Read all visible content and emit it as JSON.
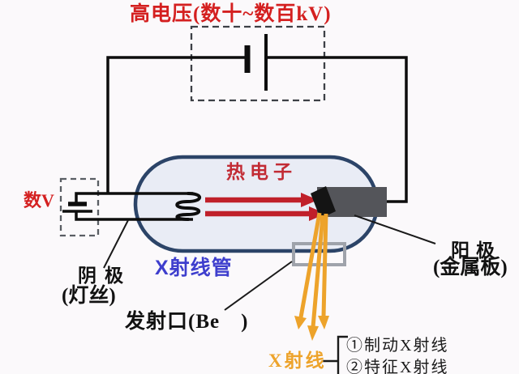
{
  "diagram": "x-ray-tube-schematic",
  "labels": {
    "high_voltage": "高电压(数十~数百kV)",
    "low_voltage": "数V",
    "hot_electrons": "热电子",
    "tube_name": "X射线管",
    "cathode": "阴极",
    "cathode_paren": "(灯丝)",
    "anode": "阳极",
    "anode_paren": "(金属板)",
    "emission_port": "发射口(Be　)",
    "xray": "X射线",
    "xray_item1": "①制动X射线",
    "xray_item2": "②特征X射线"
  },
  "icons": {
    "high_voltage_battery": "battery-cell-icon",
    "low_voltage_battery": "battery-cell-icon",
    "filament": "coil-icon",
    "electron_beam": "red-arrow-right",
    "xray_beam": "orange-arrow-down"
  },
  "colors": {
    "background": "#fbf9fb",
    "wire_black": "#0d0d0d",
    "dashed_box": "#4a4e55",
    "tube_fill": "#e9ecf5",
    "tube_border": "#2c4468",
    "anode_gray": "#54555a",
    "anode_target_face": "#141414",
    "electron_arrow_red": "#c0202a",
    "label_red": "#d42020",
    "hot_electron_red": "#c22b34",
    "tube_label_blue": "#3e3ecd",
    "xray_orange": "#eda32b",
    "window_frame_gray": "#9fa3ab",
    "text_black": "#121212"
  }
}
